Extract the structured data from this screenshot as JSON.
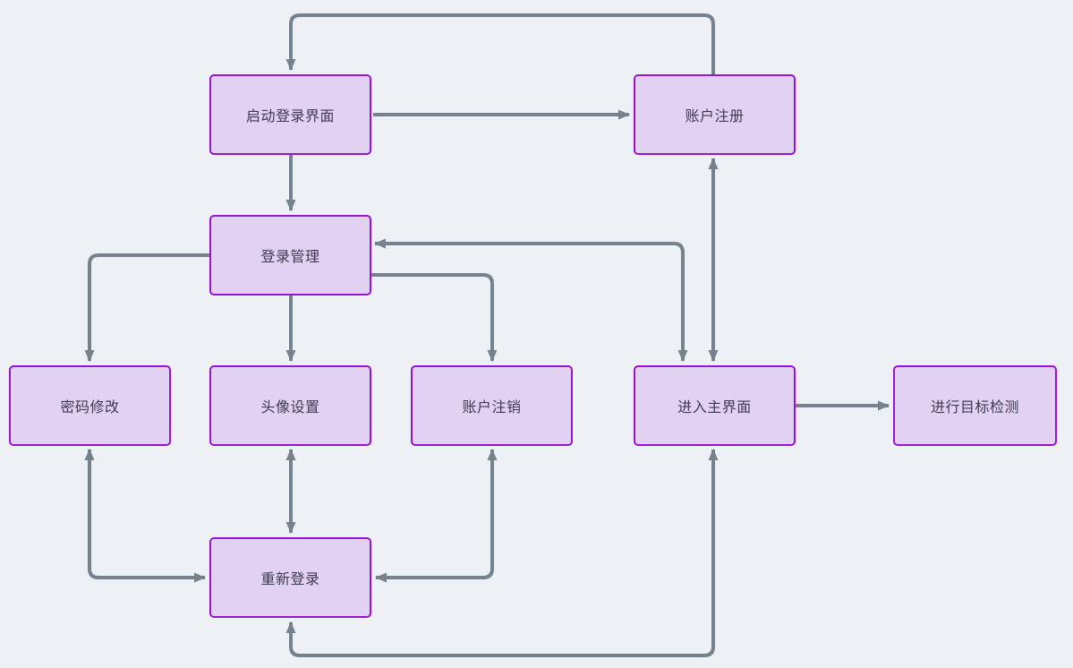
{
  "diagram": {
    "background_color": "#edf1f5",
    "node_fill_color": "#e3d1f4",
    "node_border_color": "#9714d2",
    "node_text_color": "#3b3a4e",
    "arrow_color": "#75828e",
    "nodes": [
      {
        "id": "launch-login",
        "label": "启动登录界面"
      },
      {
        "id": "account-register",
        "label": "账户注册"
      },
      {
        "id": "login-management",
        "label": "登录管理"
      },
      {
        "id": "password-change",
        "label": "密码修改"
      },
      {
        "id": "avatar-settings",
        "label": "头像设置"
      },
      {
        "id": "account-logout",
        "label": "账户注销"
      },
      {
        "id": "enter-main",
        "label": "进入主界面"
      },
      {
        "id": "target-detection",
        "label": "进行目标检测"
      },
      {
        "id": "relogin",
        "label": "重新登录"
      }
    ],
    "edges": [
      {
        "from": "账户注册",
        "to": "启动登录界面",
        "bidirectional": false
      },
      {
        "from": "启动登录界面",
        "to": "账户注册",
        "bidirectional": false
      },
      {
        "from": "启动登录界面",
        "to": "登录管理",
        "bidirectional": false
      },
      {
        "from": "登录管理",
        "to": "密码修改",
        "bidirectional": false
      },
      {
        "from": "登录管理",
        "to": "头像设置",
        "bidirectional": false
      },
      {
        "from": "登录管理",
        "to": "账户注销",
        "bidirectional": false
      },
      {
        "from": "进入主界面",
        "to": "登录管理",
        "bidirectional": true
      },
      {
        "from": "账户注册",
        "to": "进入主界面",
        "bidirectional": true
      },
      {
        "from": "进入主界面",
        "to": "进行目标检测",
        "bidirectional": false
      },
      {
        "from": "密码修改",
        "to": "重新登录",
        "bidirectional": true
      },
      {
        "from": "头像设置",
        "to": "重新登录",
        "bidirectional": true
      },
      {
        "from": "账户注销",
        "to": "重新登录",
        "bidirectional": true
      },
      {
        "from": "进入主界面",
        "to": "重新登录",
        "bidirectional": true
      }
    ]
  }
}
